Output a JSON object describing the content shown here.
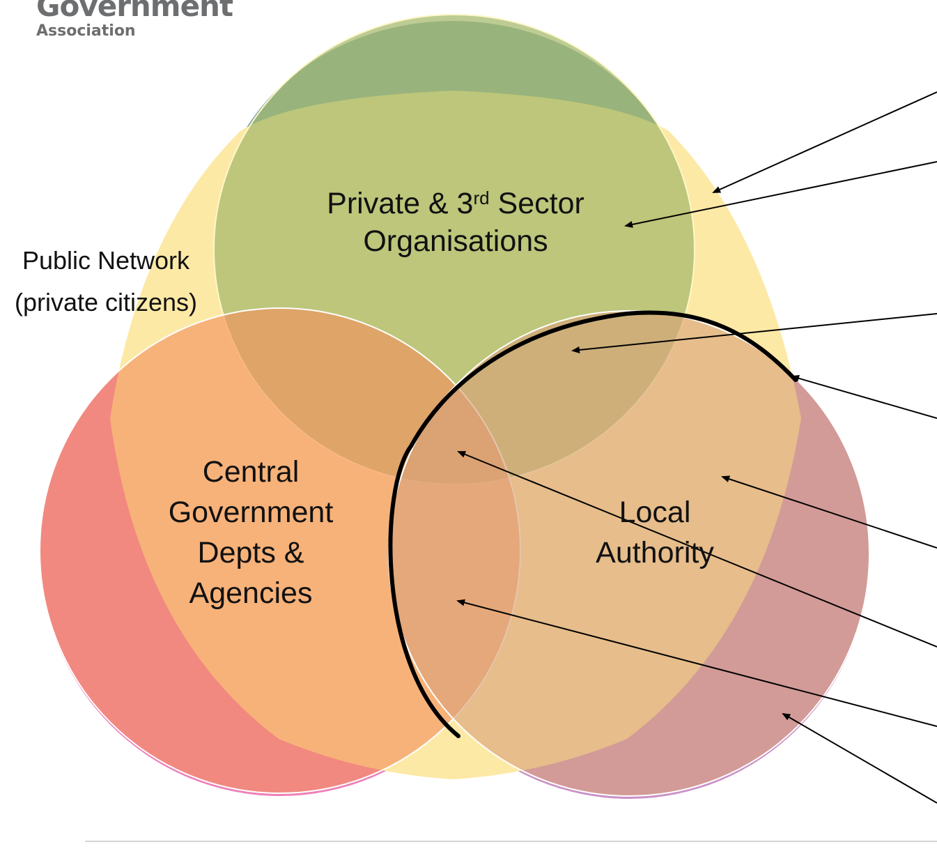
{
  "logo": {
    "main_text": "Government",
    "sub_text": "Association"
  },
  "labels": {
    "public_network": "Public Network",
    "public_network_sub": "(private citizens)",
    "private_prefix": "Private & 3",
    "private_sup": "rd",
    "private_suffix": " Sector",
    "private_line2": "Organisations",
    "central_line1": "Central",
    "central_line2": "Government",
    "central_line3": "Depts &",
    "central_line4": "Agencies",
    "local_line1": "Local",
    "local_line2": "Authority"
  },
  "colors": {
    "public_network": "#fde9a6",
    "private_sector": "#a3b86a",
    "top_circle": "#7ea6b1",
    "central_government": "#ed7fb8",
    "local_authority": "#c991c6",
    "boundary_stroke": "#000000",
    "logo_text": "#6d6e70"
  }
}
